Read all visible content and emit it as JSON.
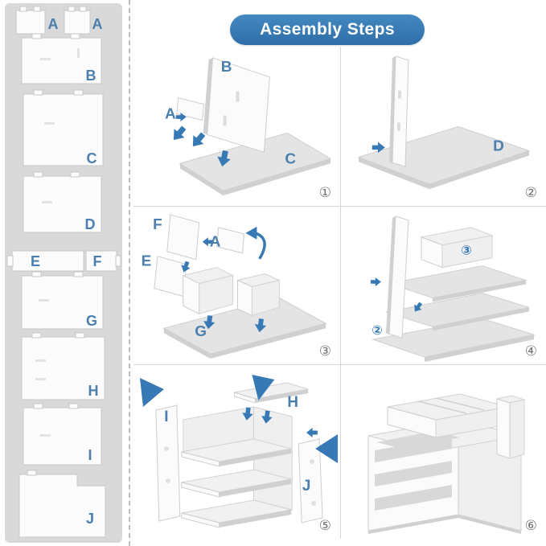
{
  "title": "Assembly Steps",
  "colors": {
    "accent_blue": "#3779b5",
    "label_blue": "#4a7fae",
    "sidebar_bg": "#d9d9d9",
    "grid_line": "#d6d6d6",
    "step_number_gray": "#6f6f6f"
  },
  "parts_panel": {
    "parts": [
      {
        "label": "A"
      },
      {
        "label": "A"
      },
      {
        "label": "B"
      },
      {
        "label": "C"
      },
      {
        "label": "D"
      },
      {
        "label": "E"
      },
      {
        "label": "F"
      },
      {
        "label": "G"
      },
      {
        "label": "H"
      },
      {
        "label": "I"
      },
      {
        "label": "J"
      }
    ]
  },
  "steps": {
    "step1": {
      "number": "①",
      "labels": {
        "b": "B",
        "a": "A",
        "c": "C"
      }
    },
    "step2": {
      "number": "②",
      "labels": {
        "d": "D"
      }
    },
    "step3": {
      "number": "③",
      "labels": {
        "f": "F",
        "e": "E",
        "a": "A",
        "g": "G"
      }
    },
    "step4": {
      "number": "④",
      "labels": {
        "callout3": "③",
        "callout2": "②"
      }
    },
    "step5": {
      "number": "⑤",
      "labels": {
        "i": "I",
        "h": "H",
        "j": "J"
      }
    },
    "step6": {
      "number": "⑥"
    }
  }
}
